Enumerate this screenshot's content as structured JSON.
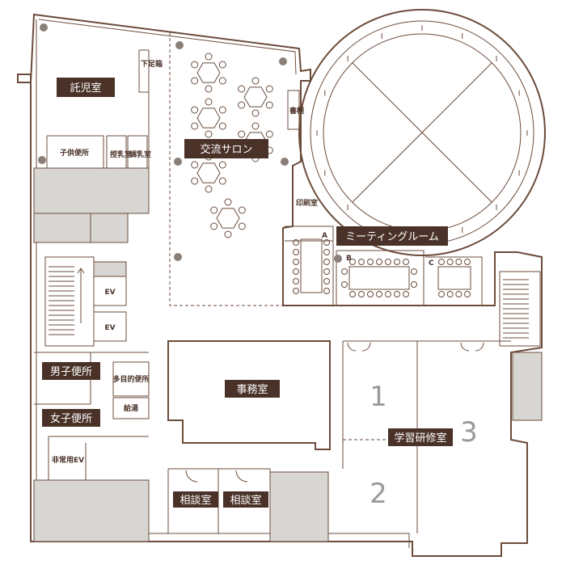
{
  "rooms": {
    "nursery": "託児室",
    "kids_toilet": "子供便所",
    "nursing": "授乳室",
    "prep": "調乳室",
    "shoe_box": "下足箱",
    "salon": "交流サロン",
    "bookshelf": "書棚",
    "printing": "印刷室",
    "meeting": "ミーティングルーム",
    "meeting_a": "A",
    "meeting_b": "B",
    "meeting_c": "C",
    "ev1": "EV",
    "ev2": "EV",
    "mens": "男子便所",
    "womens": "女子便所",
    "multi": "多目的便所",
    "kitchen": "給湯",
    "emergency_ev": "非常用EV",
    "office": "事務室",
    "study": "学習研修室",
    "study_1": "1",
    "study_2": "2",
    "study_3": "3",
    "consult1": "相談室",
    "consult2": "相談室"
  },
  "colors": {
    "wall": "#6b4c3b",
    "label_bg": "#4a3228",
    "gray_zone": "#d8d6d2",
    "column": "#8a7f78"
  }
}
